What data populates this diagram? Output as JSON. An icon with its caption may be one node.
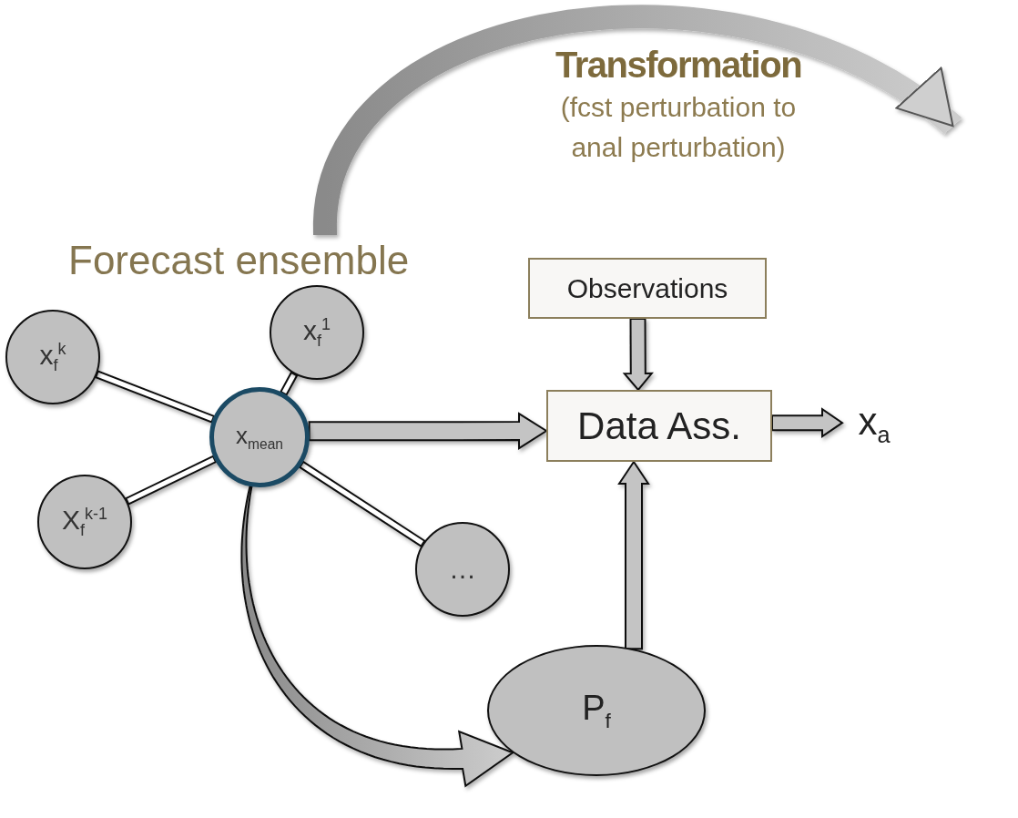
{
  "diagram": {
    "nodes": [
      {
        "text": [
          "Forecast ensemble"
        ]
      },
      {
        "text": [
          "x$_{f}$$^{k}$"
        ]
      },
      {
        "text": [
          "x$_{f}$$^{1}$"
        ]
      },
      {
        "text": [
          "x$_{mean}$"
        ]
      },
      {
        "text": [
          "X$_{f}$$^{k-1}$"
        ]
      },
      {
        "text": [
          "…"
        ]
      },
      {
        "text": [
          "Observations"
        ]
      },
      {
        "text": [
          "Data Ass."
        ]
      },
      {
        "text": [
          "x$_{a}$"
        ]
      },
      {
        "text": [
          "P$_{f}$"
        ]
      }
    ],
    "edges": [
      {
        "from": 3,
        "to": 1,
        "arrow": "none"
      },
      {
        "from": 3,
        "to": 2,
        "arrow": "none"
      },
      {
        "from": 3,
        "to": 4,
        "arrow": "none"
      },
      {
        "from": 3,
        "to": 5,
        "arrow": "none"
      },
      {
        "from": 3,
        "to": 7,
        "arrow": "to",
        "style": "thick"
      },
      {
        "from": 6,
        "to": 7,
        "arrow": "to",
        "style": "thick"
      },
      {
        "from": 7,
        "to": 8,
        "arrow": "to",
        "style": "thick"
      },
      {
        "from": 9,
        "to": 7,
        "arrow": "to",
        "style": "thick"
      },
      {
        "from": 3,
        "to": 9,
        "arrow": "to",
        "style": "thick"
      },
      {
        "from": 0,
        "to": null,
        "arrow": "to",
        "style": "thick"
      }
    ],
    "labels": [
      "Transformation",
      "(fcst perturbation to anal perturbation)"
    ]
  }
}
